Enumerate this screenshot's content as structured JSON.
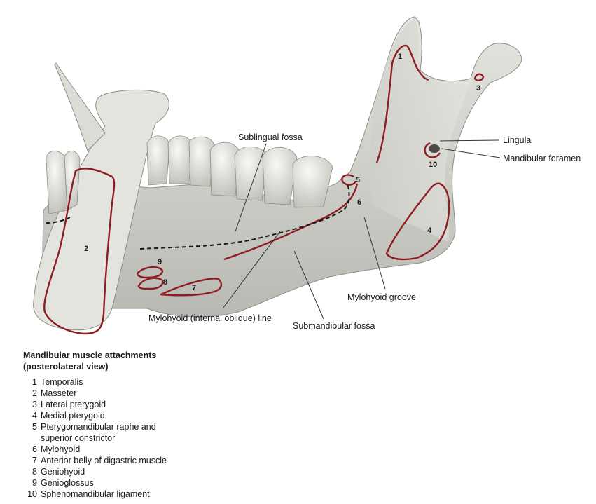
{
  "labels": {
    "sublingual_fossa": "Sublingual fossa",
    "lingula": "Lingula",
    "mandibular_foramen": "Mandibular foramen",
    "mylohyoid_groove": "Mylohyoid groove",
    "mylohyoid_line": "Mylohyoid (internal oblique) line",
    "submandibular_fossa": "Submandibular fossa"
  },
  "markers": [
    "1",
    "2",
    "3",
    "4",
    "5",
    "6",
    "7",
    "8",
    "9",
    "10"
  ],
  "caption": {
    "line1": "Mandibular muscle attachments",
    "line2": "(posterolateral view)"
  },
  "legend": [
    {
      "num": "1",
      "text": "Temporalis"
    },
    {
      "num": "2",
      "text": "Masseter"
    },
    {
      "num": "3",
      "text": "Lateral pterygoid"
    },
    {
      "num": "4",
      "text": "Medial pterygoid"
    },
    {
      "num": "5",
      "text": "Pterygomandibular raphe and superior constrictor"
    },
    {
      "num": "6",
      "text": "Mylohyoid"
    },
    {
      "num": "7",
      "text": "Anterior belly of digastric muscle"
    },
    {
      "num": "8",
      "text": "Geniohyoid"
    },
    {
      "num": "9",
      "text": "Genioglossus"
    },
    {
      "num": "10",
      "text": "Sphenomandibular ligament"
    }
  ],
  "colors": {
    "bone": "#d9d9d4",
    "bone_shadow": "#a8a8a2",
    "attachment_outline": "#8e1c20",
    "leader_line": "#333333"
  }
}
